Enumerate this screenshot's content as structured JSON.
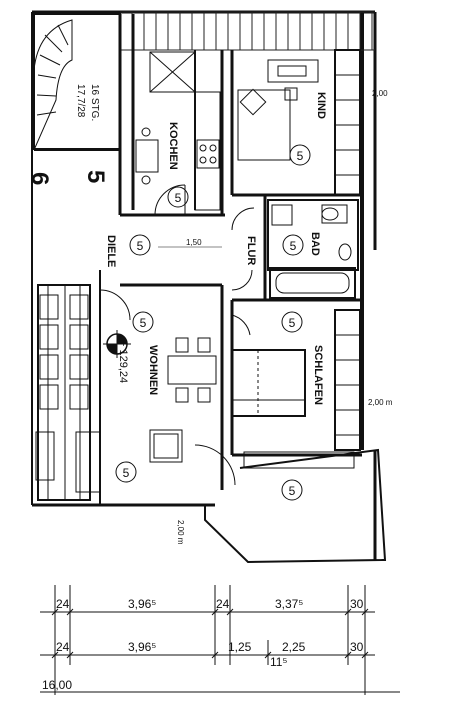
{
  "rooms": {
    "kind": "KIND",
    "kochen": "KOCHEN",
    "diele": "DIELE",
    "flur": "FLUR",
    "bad": "BAD",
    "wohnen": "WOHNEN",
    "schlafen": "SCHLAFEN"
  },
  "stair": {
    "number": "5",
    "neighbor_number": "6",
    "steps_line1": "16 STG.",
    "steps_line2": "17,7/28"
  },
  "circle_marker": "5",
  "elevation": "+ 129,24",
  "labels": {
    "width_150": "1,50",
    "right_200_top": "2,00",
    "right_200_mid": "2,00 m",
    "balcony_200": "2,00 m"
  },
  "dimensions": {
    "row1": [
      "24",
      "3,96⁵",
      "24",
      "3,37⁵",
      "30"
    ],
    "row2": [
      "24",
      "3,96⁵",
      "1,25",
      "2,25",
      "30"
    ],
    "row2_sub": "11⁵",
    "total": "16,00"
  },
  "colors": {
    "ink": "#111111",
    "paper": "#ffffff",
    "hatch": "#222222"
  }
}
